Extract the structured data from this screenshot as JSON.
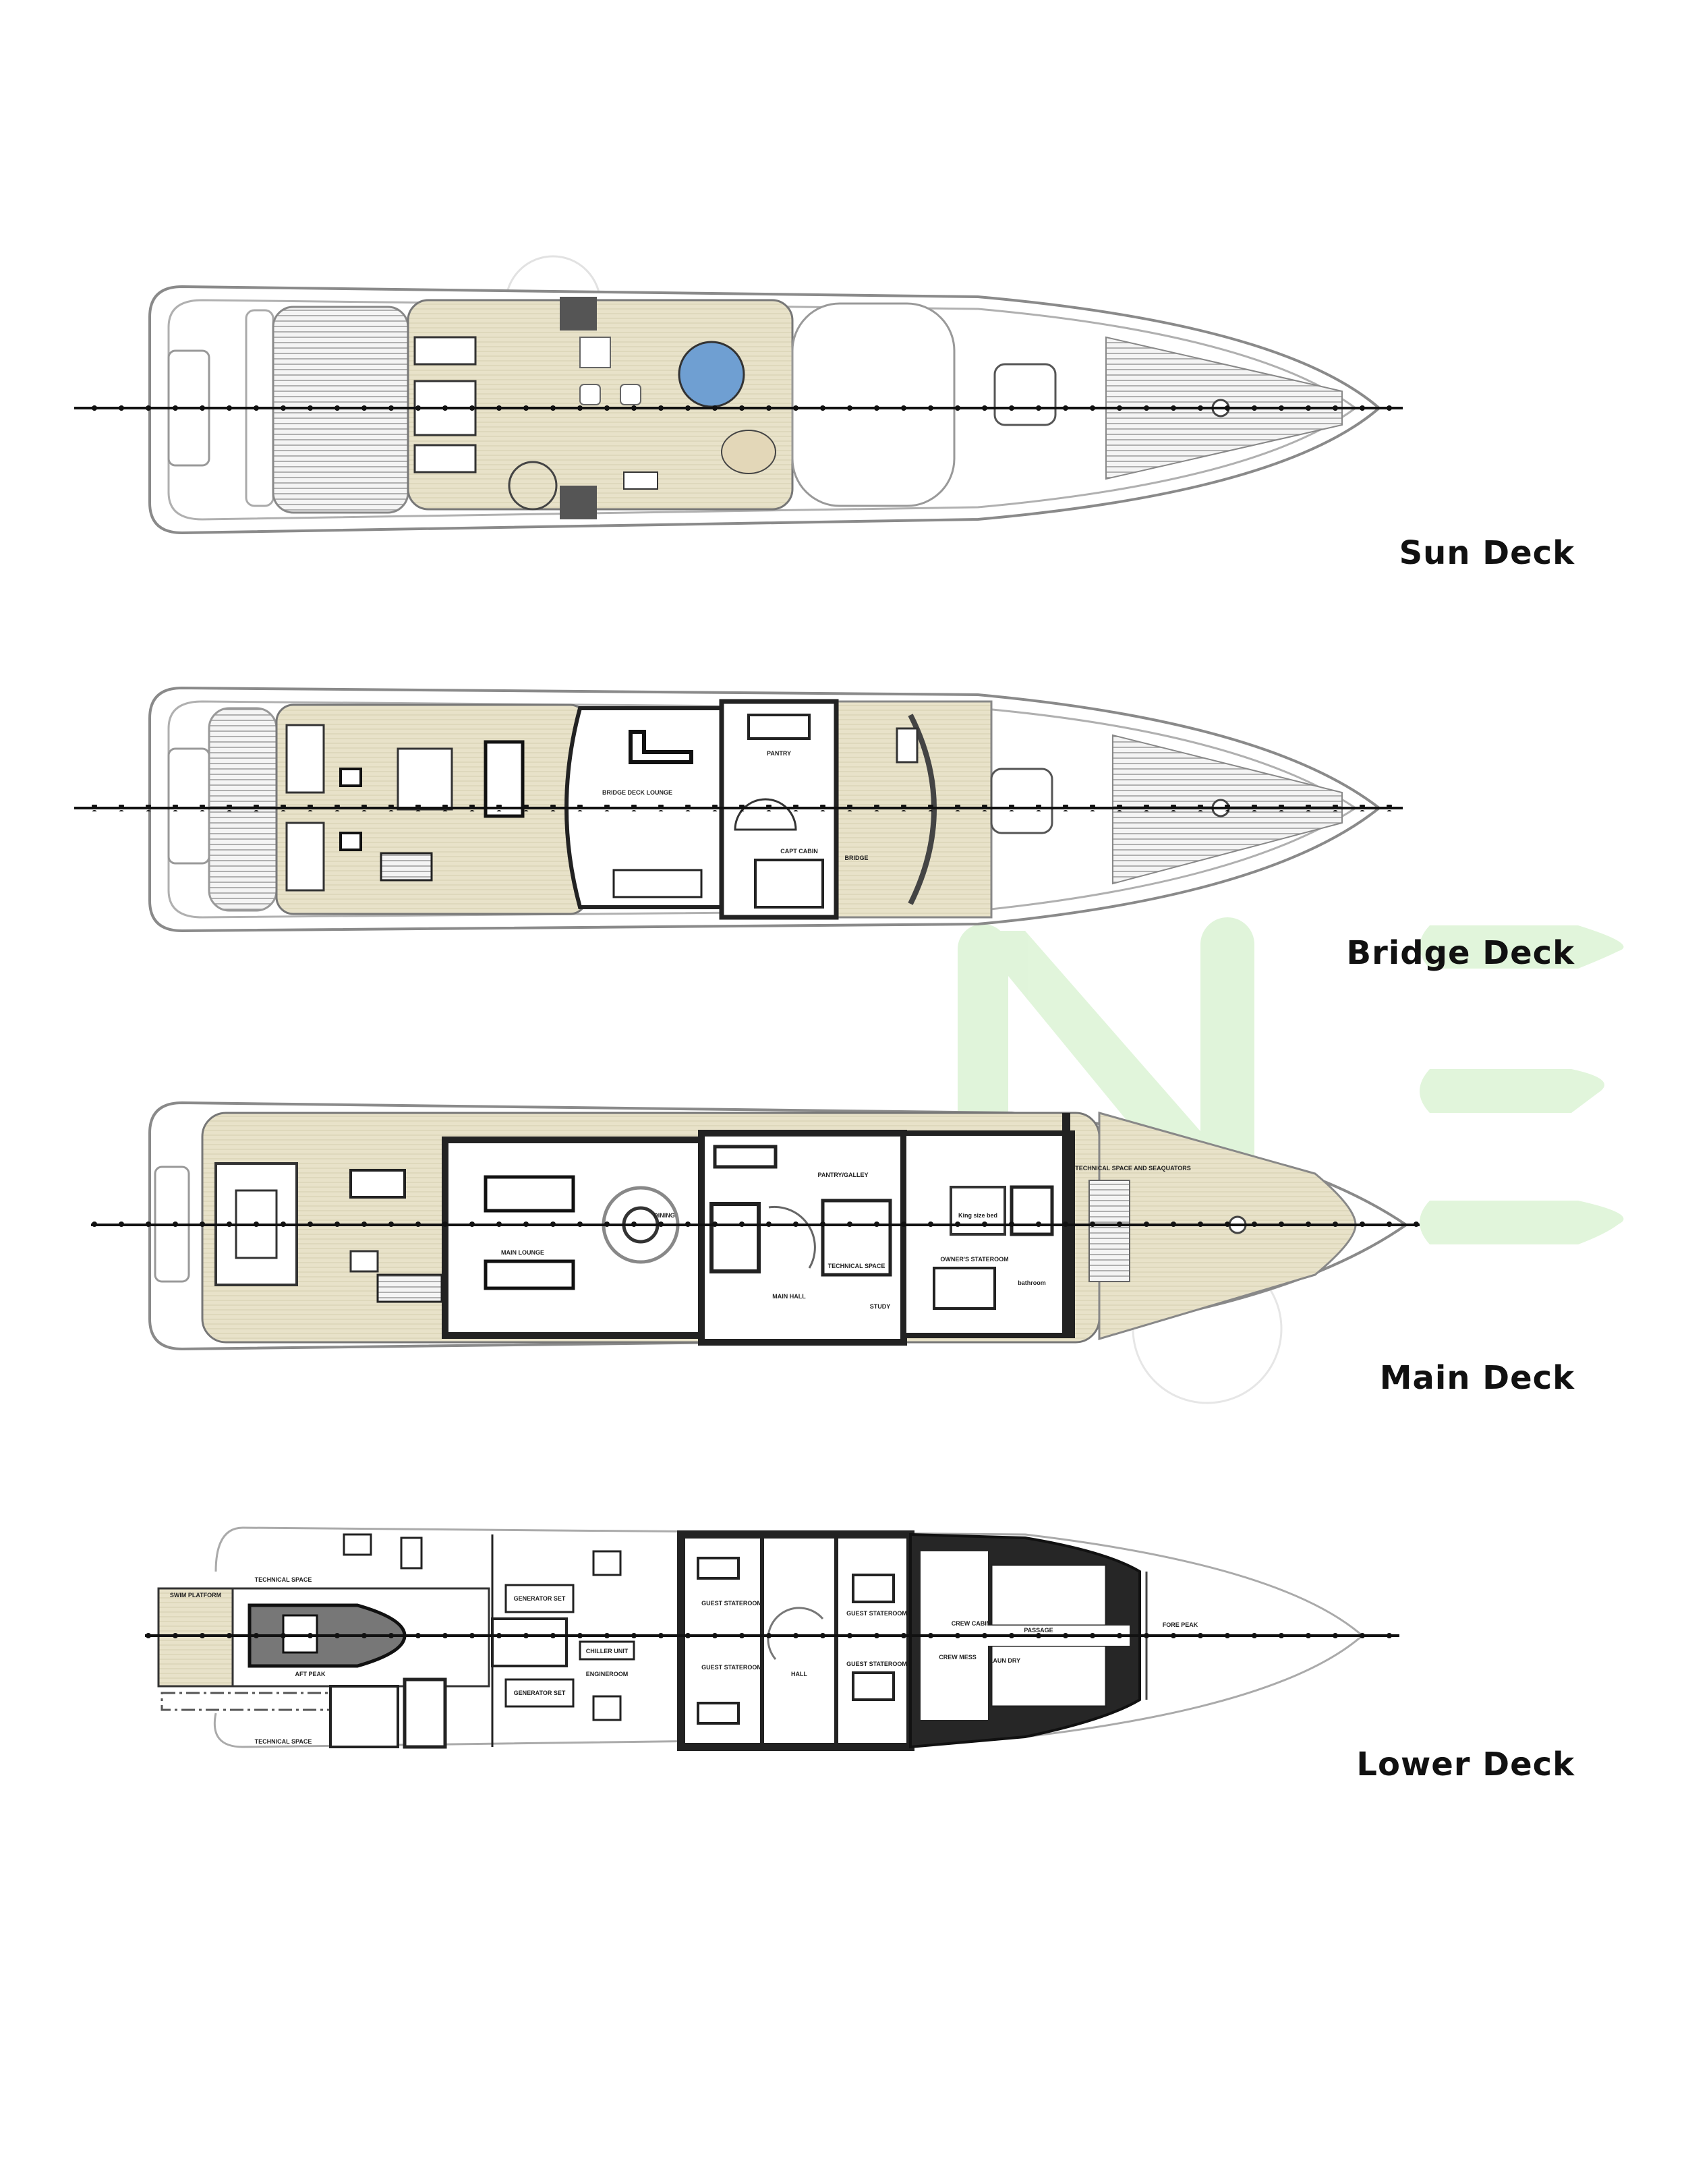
{
  "decks": [
    {
      "title": "Sun Deck",
      "rooms": {}
    },
    {
      "title": "Bridge Deck",
      "rooms": {
        "lounge": "BRIDGE DECK LOUNGE",
        "pantry": "PANTRY",
        "captain": "CAPT CABIN",
        "bridge": "BRIDGE"
      }
    },
    {
      "title": "Main Deck",
      "rooms": {
        "lounge": "MAIN LOUNGE",
        "dining": "DINING",
        "galley": "PANTRY/GALLEY",
        "hall": "MAIN HALL",
        "tech": "TECHNICAL SPACE",
        "study": "STUDY",
        "owner": "OWNER'S STATEROOM",
        "bath": "bathroom",
        "bed": "King size bed",
        "tender": "TECHNICAL SPACE AND SEAQUATORS"
      }
    },
    {
      "title": "Lower Deck",
      "rooms": {
        "swim": "SWIM PLATFORM",
        "tech1": "TECHNICAL SPACE",
        "tech2": "TECHNICAL SPACE",
        "aft": "AFT PEAK",
        "gen1": "GENERATOR SET",
        "gen2": "GENERATOR SET",
        "chiller": "CHILLER UNIT",
        "engine": "ENGINEROOM",
        "guest1": "GUEST STATEROOM",
        "guest2": "GUEST STATEROOM",
        "guest3": "GUEST STATEROOM",
        "guest4": "GUEST STATEROOM",
        "hall": "HALL",
        "crew_cabin": "CREW CABIN",
        "crew_mess": "CREW MESS",
        "passage": "PASSAGE",
        "laundry": "LAUN DRY",
        "fore": "FORE PEAK"
      }
    }
  ],
  "colors": {
    "teak": "#e8e2c9",
    "jacuzzi": "#6f9fd2",
    "watermark": "#dff4d9",
    "wall": "#222222"
  }
}
